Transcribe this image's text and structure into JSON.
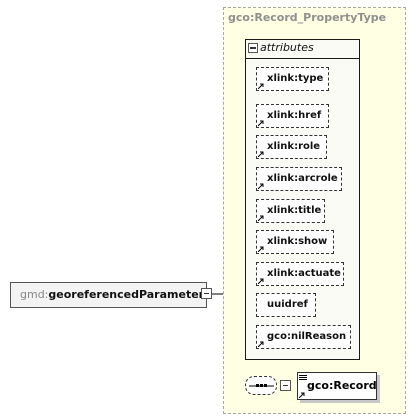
{
  "complex_type": {
    "title": "gco:Record_PropertyType",
    "attributes_header": "attributes",
    "attributes": [
      "xlink:type",
      "xlink:href",
      "xlink:role",
      "xlink:arcrole",
      "xlink:title",
      "xlink:show",
      "xlink:actuate",
      "uuidref",
      "gco:nilReason"
    ]
  },
  "root_element": {
    "prefix": "gmd:",
    "local_name": "georeferencedParameters"
  },
  "child_element": {
    "label": "gco:Record"
  },
  "colors": {
    "type_panel_bg": "#ffffe4",
    "attribute_panel_bg": "#fbfbf6",
    "root_element_bg": "#f3f3f3"
  },
  "icons": {
    "collapse": "minus-box-icon",
    "sequence": "sequence-compositor-icon",
    "reference": "reference-arrow-icon"
  }
}
